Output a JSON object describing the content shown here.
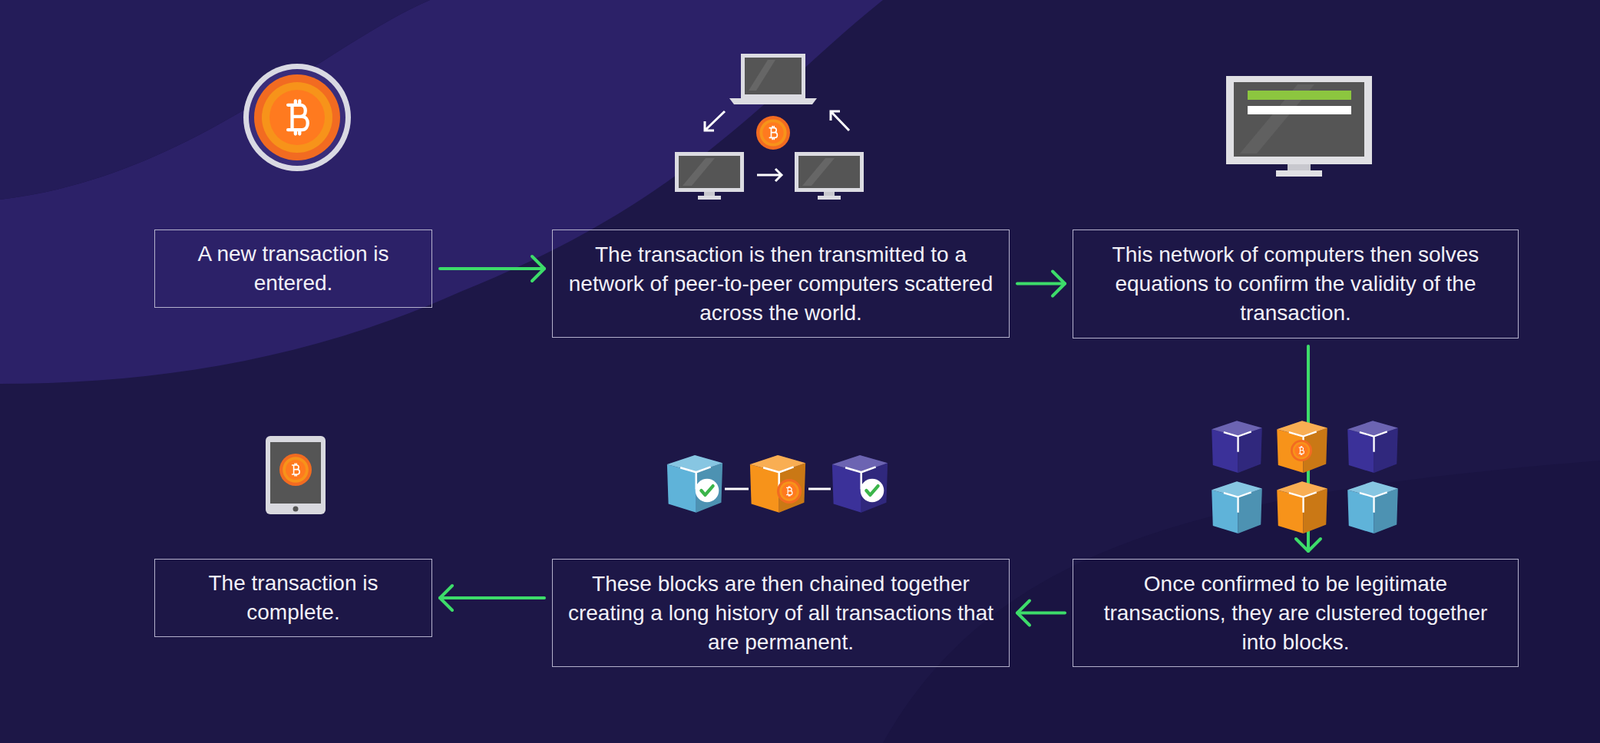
{
  "diagram": {
    "nodes": [
      {
        "text": [
          "A new transaction is entered."
        ]
      },
      {
        "text": [
          "The transaction is then transmitted to a network of peer-to-peer computers scattered across the world."
        ]
      },
      {
        "text": [
          "This network of computers then solves equations to confirm the validity of the transaction."
        ]
      },
      {
        "text": [
          "Once confirmed to be legitimate transactions, they are clustered together into blocks."
        ]
      },
      {
        "text": [
          "These blocks are then chained together creating a long history of all transactions that are permanent."
        ]
      },
      {
        "text": [
          "The transaction is complete."
        ]
      }
    ],
    "edges": [
      {
        "from": 0,
        "to": 1,
        "arrow": "to"
      },
      {
        "from": 1,
        "to": 2,
        "arrow": "to"
      },
      {
        "from": 2,
        "to": 3,
        "arrow": "to"
      },
      {
        "from": 3,
        "to": 4,
        "arrow": "to"
      },
      {
        "from": 4,
        "to": 5,
        "arrow": "to"
      }
    ]
  }
}
